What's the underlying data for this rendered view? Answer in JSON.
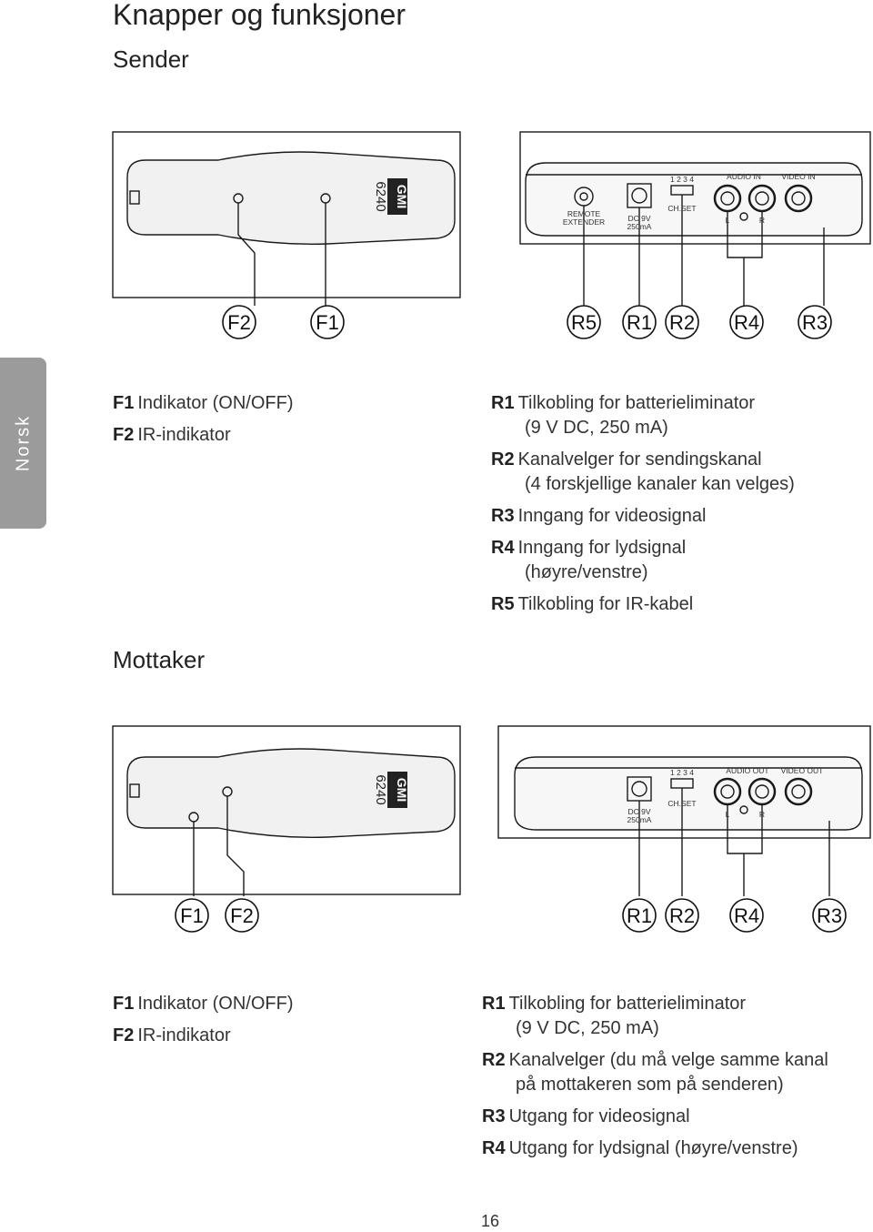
{
  "page": {
    "title": "Knapper og funksjoner",
    "side_tab": "Norsk",
    "page_number": "16"
  },
  "sender": {
    "heading": "Sender",
    "device": {
      "brand": "GMI",
      "model": "6240",
      "remote_label_1": "REMOTE",
      "remote_label_2": "EXTENDER",
      "dc_label_1": "DC 9V",
      "dc_label_2": "250mA",
      "channels": "1 2 3 4",
      "chset": "CH.SET",
      "audio": "AUDIO IN",
      "video": "VIDEO IN",
      "left": "L",
      "right": "R"
    },
    "callouts": [
      "F2",
      "F1",
      "R5",
      "R1",
      "R2",
      "R4",
      "R3"
    ],
    "left_items": [
      {
        "code": "F1",
        "text": "Indikator (ON/OFF)"
      },
      {
        "code": "F2",
        "text": "IR-indikator"
      }
    ],
    "right_items": [
      {
        "code": "R1",
        "text": "Tilkobling for batterieliminator",
        "cont": "(9 V DC, 250 mA)"
      },
      {
        "code": "R2",
        "text": "Kanalvelger for sendingskanal",
        "cont": "(4 forskjellige kanaler kan velges)"
      },
      {
        "code": "R3",
        "text": "Inngang for videosignal",
        "cont": ""
      },
      {
        "code": "R4",
        "text": "Inngang for lydsignal",
        "cont": "(høyre/venstre)"
      },
      {
        "code": "R5",
        "text": "Tilkobling for IR-kabel",
        "cont": ""
      }
    ]
  },
  "receiver": {
    "heading": "Mottaker",
    "device": {
      "brand": "GMI",
      "model": "6240",
      "dc_label_1": "DC 9V",
      "dc_label_2": "250mA",
      "channels": "1 2 3 4",
      "chset": "CH.SET",
      "audio": "AUDIO OUT",
      "video": "VIDEO OUT",
      "left": "L",
      "right": "R"
    },
    "callouts": [
      "F1",
      "F2",
      "R1",
      "R2",
      "R4",
      "R3"
    ],
    "left_items": [
      {
        "code": "F1",
        "text": "Indikator (ON/OFF)"
      },
      {
        "code": "F2",
        "text": "IR-indikator"
      }
    ],
    "right_items": [
      {
        "code": "R1",
        "text": "Tilkobling for batterieliminator",
        "cont": "(9 V DC, 250 mA)"
      },
      {
        "code": "R2",
        "text": "Kanalvelger (du må velge samme kanal",
        "cont": "på mottakeren som på senderen)"
      },
      {
        "code": "R3",
        "text": "Utgang for videosignal",
        "cont": ""
      },
      {
        "code": "R4",
        "text": "Utgang for lydsignal (høyre/venstre)",
        "cont": ""
      }
    ]
  }
}
